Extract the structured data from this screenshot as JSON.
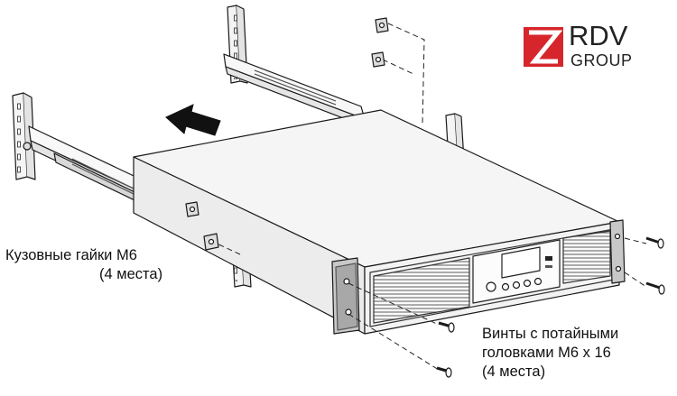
{
  "logo": {
    "brand": "RDV",
    "sub": "GROUP",
    "brand_color": "#d6262b"
  },
  "callouts": {
    "cage_nuts": {
      "line1": "Кузовные гайки М6",
      "line2": "(4 места)"
    },
    "screws": {
      "line1": "Винты с потайными",
      "line2": "головками М6 x 16",
      "line3": "(4 места)"
    }
  },
  "icons": [
    "push-direction-arrow-icon",
    "cage-nut-icon",
    "screw-icon"
  ],
  "colors": {
    "line": "#1a1a1a",
    "panel": "#f2f2f2",
    "bracket": "#9a9a9a"
  }
}
